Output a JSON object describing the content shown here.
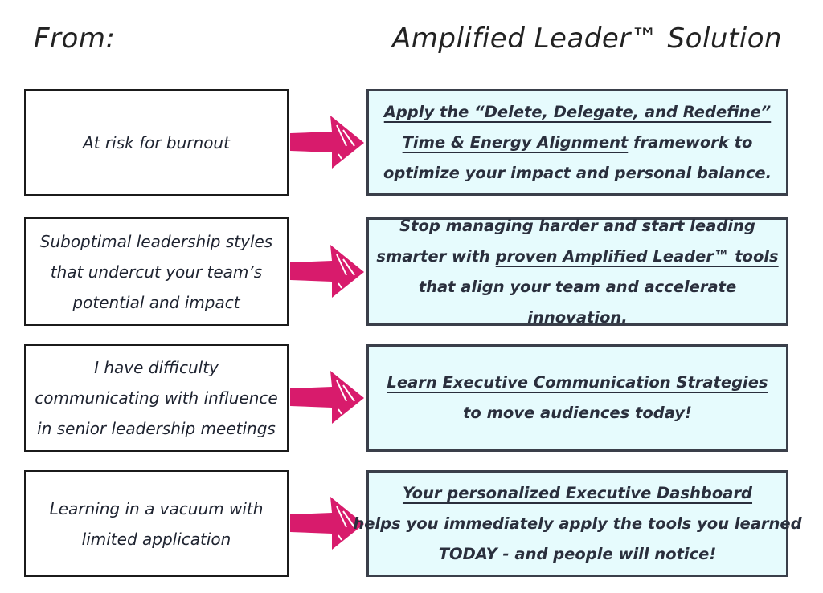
{
  "headers": {
    "from": "From:",
    "solution": "Amplified Leader™ Solution"
  },
  "rows": [
    {
      "from": [
        "At risk for burnout"
      ],
      "solution": {
        "l1": "Apply the “Delete, Delegate, and Redefine”",
        "l2a": "Time & Energy Alignment",
        "l2b": " framework to",
        "l3": "optimize your impact and personal balance."
      }
    },
    {
      "from": [
        "Suboptimal leadership styles",
        "that undercut your team’s",
        "potential and impact"
      ],
      "solution": {
        "l1": "Stop managing harder and start leading",
        "l2a": "smarter with ",
        "l2b": "proven Amplified Leader™ tools",
        "l3": "that align your team and accelerate innovation."
      }
    },
    {
      "from": [
        "I have difficulty",
        "communicating with influence",
        "in senior leadership meetings"
      ],
      "solution": {
        "l1": "Learn Executive Communication Strategies",
        "l2": "to move audiences today!"
      }
    },
    {
      "from": [
        "Learning in a vacuum with",
        "limited application"
      ],
      "solution": {
        "l1": "Your personalized Executive Dashboard",
        "l2": "helps you immediately apply the tools you learned",
        "l3": "TODAY - and people will notice!"
      }
    }
  ],
  "colors": {
    "arrow": "#d81b6c",
    "box_fill": "#e6fbfd",
    "box_border": "#3a3f4a"
  }
}
